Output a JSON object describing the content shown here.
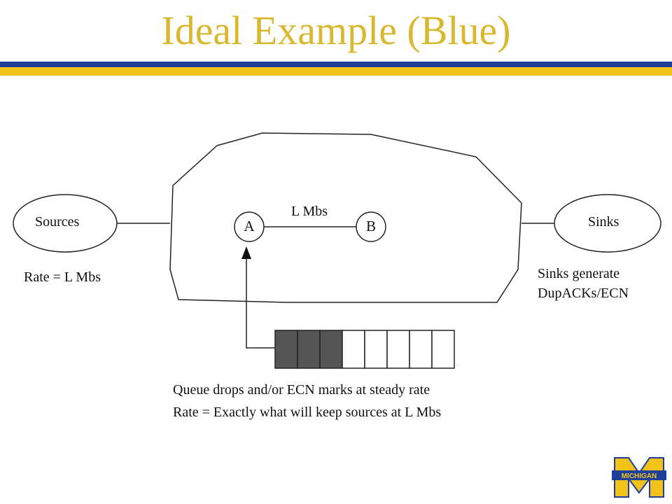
{
  "slide": {
    "title": "Ideal Example (Blue)"
  },
  "diagram": {
    "sources_label": "Sources",
    "sinks_label": "Sinks",
    "node_a_label": "A",
    "node_b_label": "B",
    "link_label": "L Mbs",
    "source_rate": "Rate = L Mbs",
    "sinks_note_line1": "Sinks generate",
    "sinks_note_line2": "DupACKs/ECN",
    "queue_filled": 3,
    "queue_total": 8,
    "caption_line1": "Queue drops and/or ECN marks at steady rate",
    "caption_line2": "Rate = Exactly what will keep sources at L Mbs"
  },
  "logo": {
    "letter": "M",
    "text": "MICHIGAN"
  },
  "colors": {
    "title": "#d9b82f",
    "bar_blue": "#1f3f9a",
    "bar_gold": "#f2c21b",
    "queue_fill": "#555555"
  }
}
